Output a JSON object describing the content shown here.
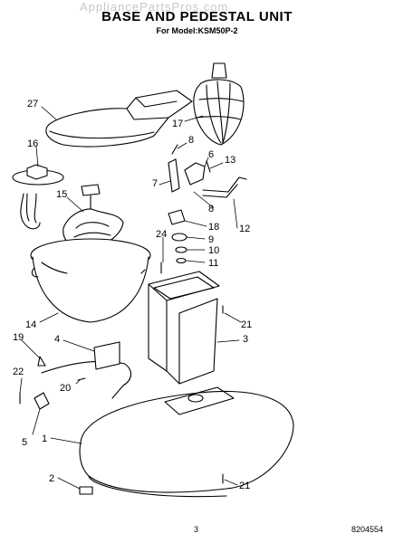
{
  "header": {
    "watermark": "AppliancePartsPros.com",
    "title": "BASE AND PEDESTAL UNIT",
    "subtitle": "For Model:KSM50P-2"
  },
  "footer": {
    "page_number": "3",
    "doc_number": "8204554"
  },
  "callouts": {
    "c27": "27",
    "c16": "16",
    "c15": "15",
    "c14": "14",
    "c17": "17",
    "c8a": "8",
    "c6": "6",
    "c13": "13",
    "c7": "7",
    "c8b": "8",
    "c18": "18",
    "c12": "12",
    "c24": "24",
    "c9": "9",
    "c10": "10",
    "c11": "11",
    "c21a": "21",
    "c3": "3",
    "c19": "19",
    "c4": "4",
    "c22": "22",
    "c20": "20",
    "c5": "5",
    "c1": "1",
    "c2": "2",
    "c21b": "21"
  }
}
